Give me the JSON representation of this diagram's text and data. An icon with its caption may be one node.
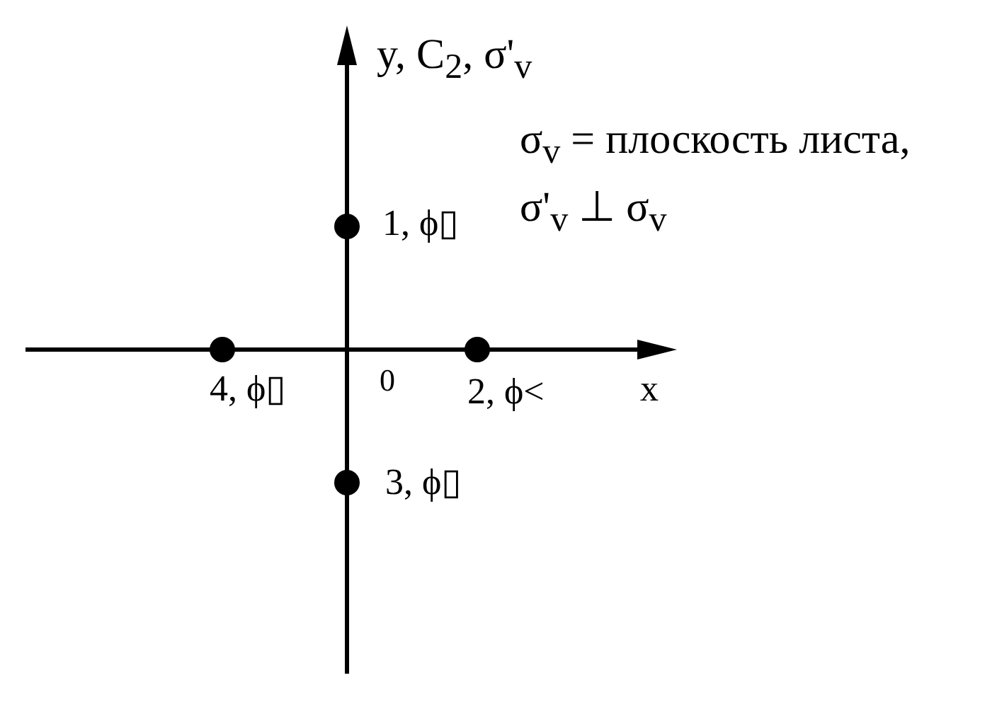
{
  "diagram": {
    "nodes": [
      {
        "text": [],
        "shape": "circle",
        "beside": [
          "1, ϕ▯"
        ]
      },
      {
        "text": [],
        "shape": "circle",
        "beside": [
          "2, ϕ<"
        ]
      },
      {
        "text": [],
        "shape": "circle",
        "beside": [
          "3, ϕ▯"
        ]
      },
      {
        "text": [],
        "shape": "circle",
        "beside": [
          "4, ϕ▯"
        ]
      }
    ],
    "labels": [
      "y, C$_{2}$, σ'$_{v}$",
      "σ$_{v}$ = плоскость листа,",
      "σ'$_{v}$ ⊥ σ$_{v}$",
      "0",
      "x"
    ]
  }
}
